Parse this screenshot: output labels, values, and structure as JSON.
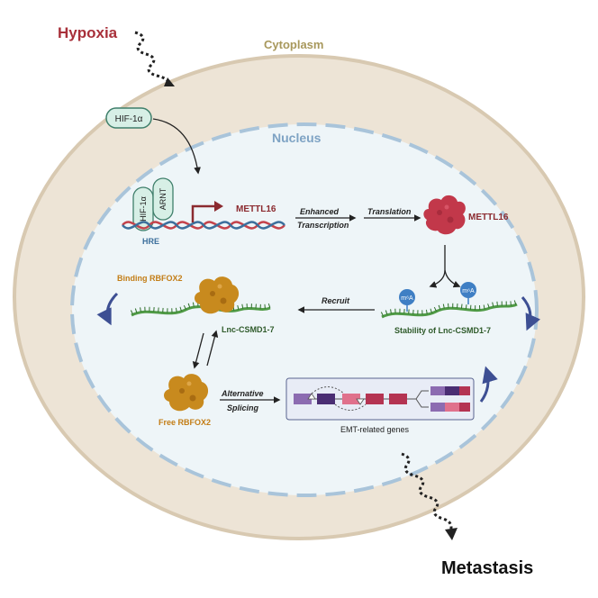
{
  "labels": {
    "hypoxia": "Hypoxia",
    "cytoplasm": "Cytoplasm",
    "nucleus": "Nucleus",
    "hif1a_pill": "HIF-1α",
    "hif1a_complex": "HIF-1α",
    "arnt": "ARNT",
    "hre": "HRE",
    "mettl16_gene": "METTL16",
    "enhanced": "Enhanced",
    "transcription": "Transcription",
    "translation": "Translation",
    "mettl16_protein": "METTL16",
    "m6a_left": "m⁶A",
    "m6a_right": "m⁶A",
    "stability": "Stability of Lnc-CSMD1-7",
    "recruit": "Recruit",
    "binding_rbfox2": "Binding RBFOX2",
    "lnc_csmd1_7": "Lnc-CSMD1-7",
    "free_rbfox2": "Free RBFOX2",
    "alternative": "Alternative",
    "splicing": "Splicing",
    "emt_genes": "EMT-related genes",
    "metastasis": "Metastasis"
  },
  "colors": {
    "hypoxia_red": "#a8303a",
    "cytoplasm_fill": "#ede4d6",
    "cytoplasm_border": "#d8c9b1",
    "cytoplasm_text": "#a8985c",
    "nucleus_fill": "#eef5f8",
    "nucleus_dash": "#a9c4da",
    "nucleus_text": "#7ea3c4",
    "hif_fill": "#d7efe6",
    "hif_border": "#3f7f6b",
    "dna_red": "#c4434b",
    "dna_blue": "#3c6f9c",
    "rna_green": "#4f9a45",
    "rbfox2_orange": "#c88a1e",
    "rbfox2_text": "#c37d16",
    "mettl16_protein": "#c2384a",
    "m6a_blue": "#3f7fc4",
    "cycle_arrow": "#3d4f93",
    "exon_purple": "#8c6bb1",
    "exon_dark": "#4a2d73",
    "exon_pink": "#e0718c",
    "exon_red": "#b43352"
  },
  "icons": [
    "hypoxia-dotted-arrow",
    "hif1a-arnt-complex",
    "dna-helix",
    "transcription-start-arrow",
    "mettl16-protein-blob",
    "m6a-marker",
    "lncrna-strand",
    "rbfox2-protein-blob",
    "exon-diagram",
    "metastasis-dotted-arrow"
  ]
}
